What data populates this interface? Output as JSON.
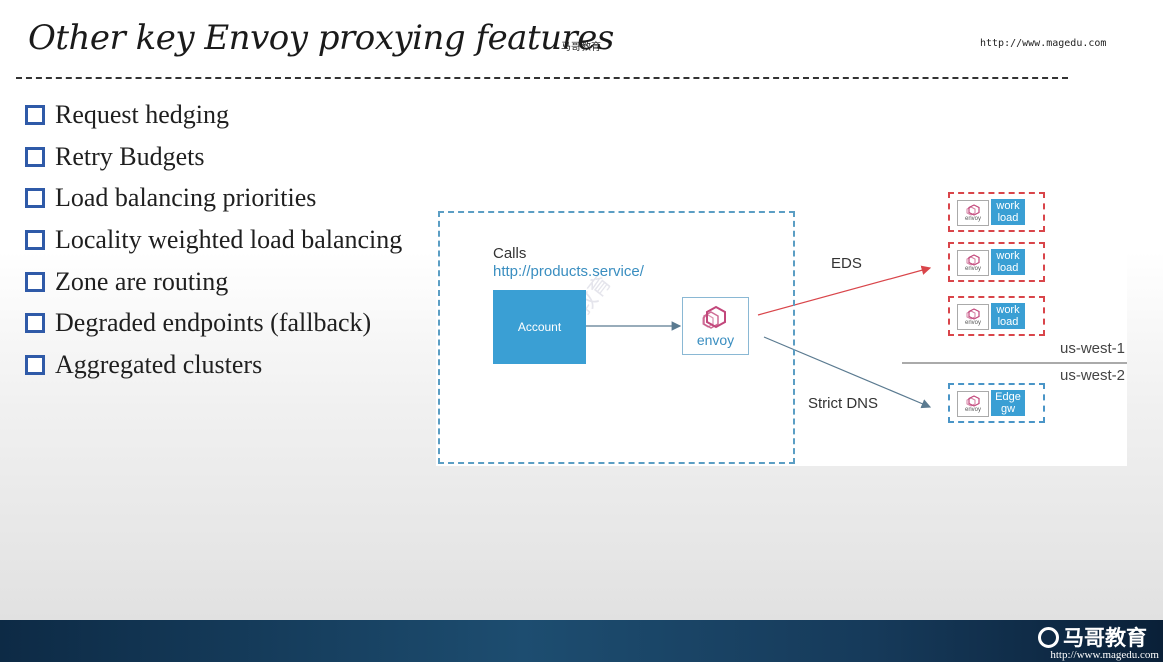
{
  "header": {
    "title": "Other key Envoy proxying features",
    "brand": "马哥教育",
    "url": "http://www.magedu.com"
  },
  "bullets": [
    "Request hedging",
    "Retry Budgets",
    "Load balancing priorities",
    "Locality weighted load balancing",
    "Zone are routing",
    "Degraded endpoints (fallback)",
    "Aggregated clusters"
  ],
  "diagram": {
    "calls_label": "Calls",
    "calls_url": "http://products.service/",
    "service_name": "Account",
    "proxy_label": "envoy",
    "eds_label": "EDS",
    "strict_dns_label": "Strict DNS",
    "region_1": "us-west-1",
    "region_2": "us-west-2",
    "workloads": [
      {
        "envoy": "envoy",
        "tag": "work load"
      },
      {
        "envoy": "envoy",
        "tag": "work load"
      },
      {
        "envoy": "envoy",
        "tag": "work load"
      }
    ],
    "edge": {
      "envoy": "envoy",
      "tag": "Edge gw"
    },
    "watermark": "马哥教育",
    "colors": {
      "eds_arrow": "#d9454a",
      "dns_arrow": "#5a7a90",
      "box_blue": "#3a9fd4",
      "envoy_pink": "#c2477b"
    }
  },
  "footer": {
    "logo": "马哥教育",
    "url": "http://www.magedu.com"
  }
}
